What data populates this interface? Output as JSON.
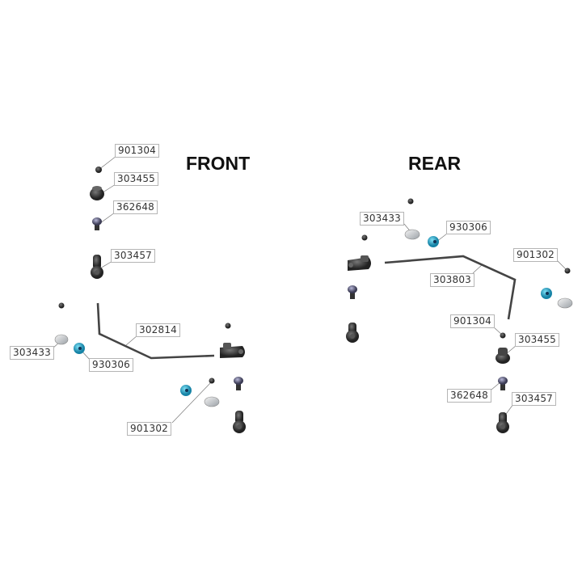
{
  "sections": {
    "front": {
      "title": "FRONT",
      "labels": [
        "901304",
        "303455",
        "362648",
        "303457",
        "302814",
        "303433",
        "930306",
        "901302"
      ]
    },
    "rear": {
      "title": "REAR",
      "labels": [
        "303433",
        "930306",
        "303803",
        "901302",
        "901304",
        "303455",
        "362648",
        "303457"
      ]
    }
  },
  "colors": {
    "part_dark": "#3a3a3a",
    "part_blue": "#2aa8c8",
    "part_silver": "#cfd3d8",
    "label_border": "#b5b5b5"
  }
}
